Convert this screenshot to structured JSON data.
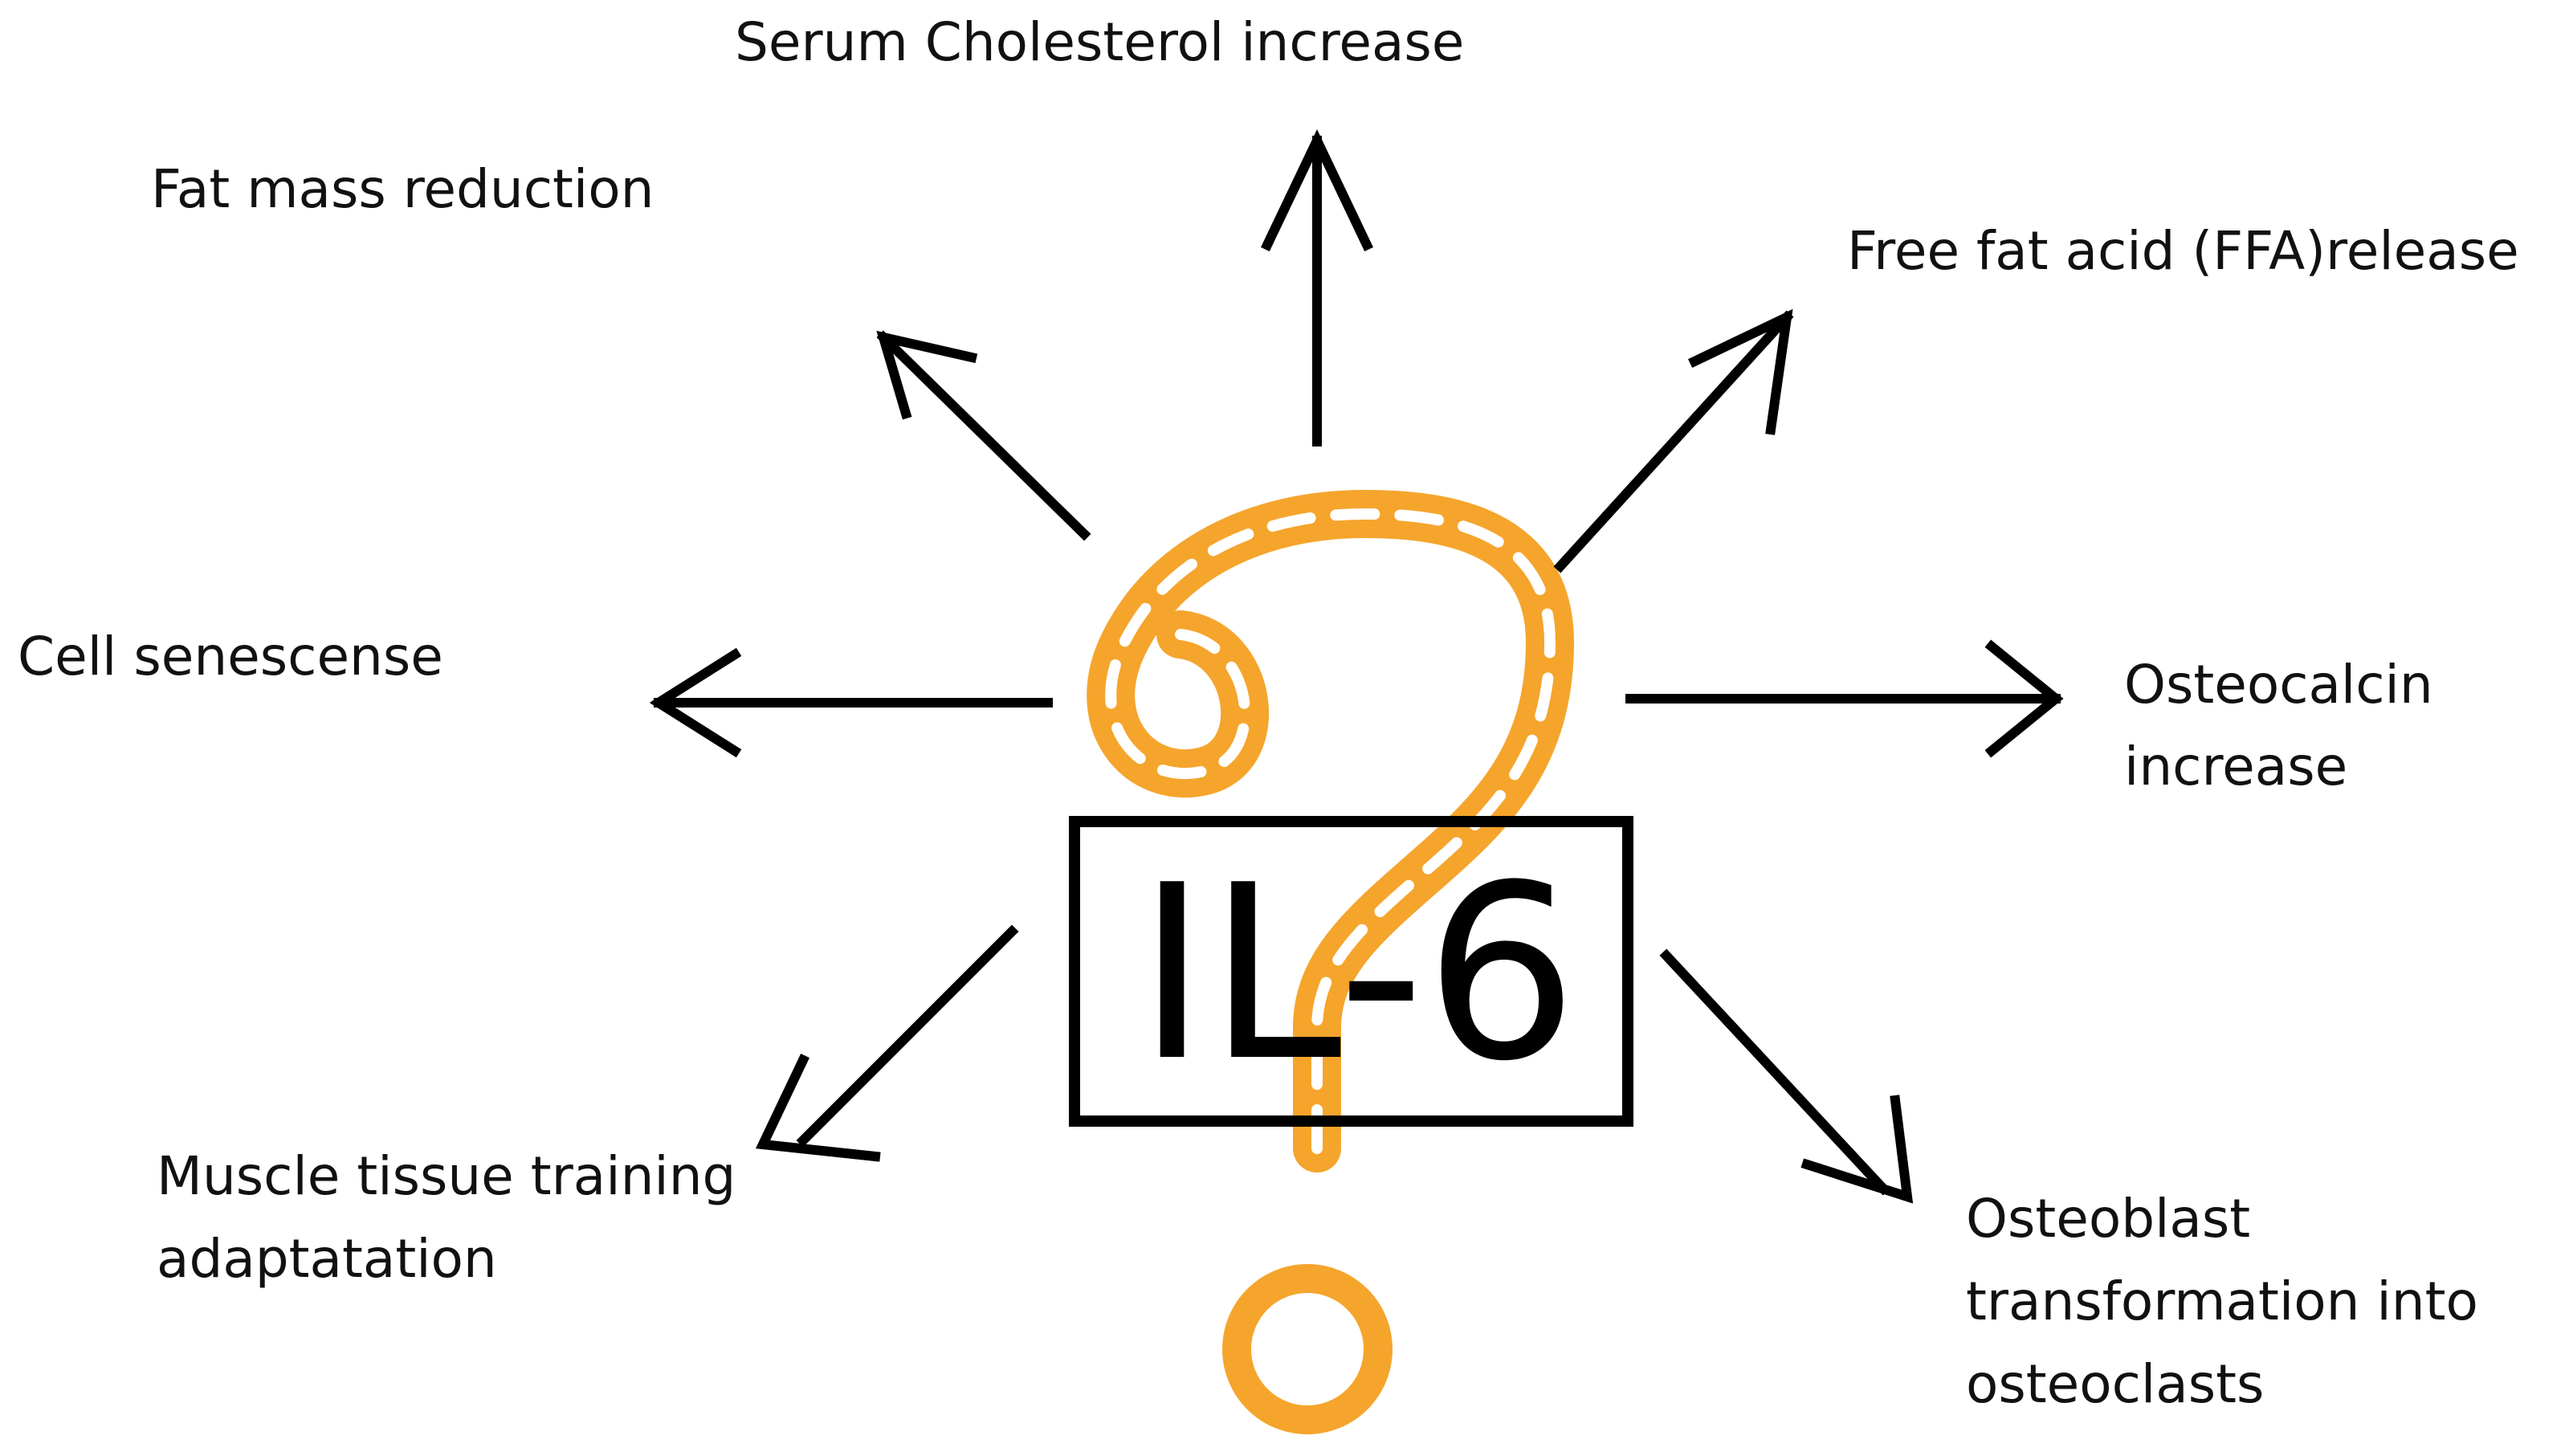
{
  "diagram": {
    "center_label": "IL-6",
    "accent_color": "#f5a52c",
    "center_icon": "question-mark-icon",
    "effects": [
      {
        "id": "serum-cholesterol",
        "lines": [
          "Serum Cholesterol increase"
        ]
      },
      {
        "id": "fat-mass",
        "lines": [
          "Fat mass reduction"
        ]
      },
      {
        "id": "ffa-release",
        "lines": [
          "Free fat acid (FFA)release"
        ]
      },
      {
        "id": "cell-senescense",
        "lines": [
          "Cell senescense"
        ]
      },
      {
        "id": "osteocalcin",
        "lines": [
          "Osteocalcin",
          "increase"
        ]
      },
      {
        "id": "muscle-adaptation",
        "lines": [
          "Muscle tissue training",
          "adaptatation"
        ]
      },
      {
        "id": "osteoblast-transformation",
        "lines": [
          "Osteoblast",
          "transformation into",
          "osteoclasts"
        ]
      }
    ]
  }
}
